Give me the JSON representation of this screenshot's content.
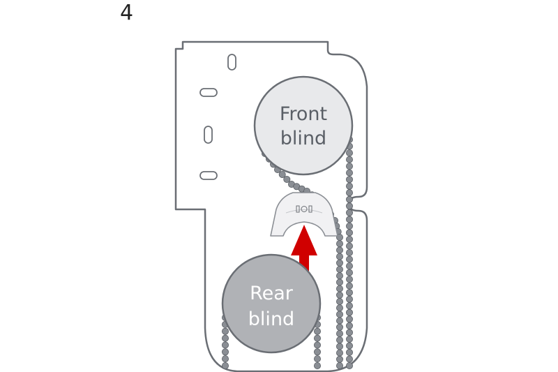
{
  "step_number": "4",
  "front_blind": {
    "line1": "Front",
    "line2": "blind",
    "fill": "#e8e9eb",
    "text_color": "#5a5f66"
  },
  "rear_blind": {
    "line1": "Rear",
    "line2": "blind",
    "fill": "#b0b2b6",
    "text_color": "#ffffff"
  },
  "colors": {
    "outline": "#6a6e74",
    "bracket_fill": "#ffffff",
    "chain": "#8a8e94",
    "arrow": "#d00000",
    "guide_fill": "#f1f1f3"
  },
  "icons": {
    "arrow": "red-up-arrow-icon",
    "guide": "chain-guide-icon"
  }
}
